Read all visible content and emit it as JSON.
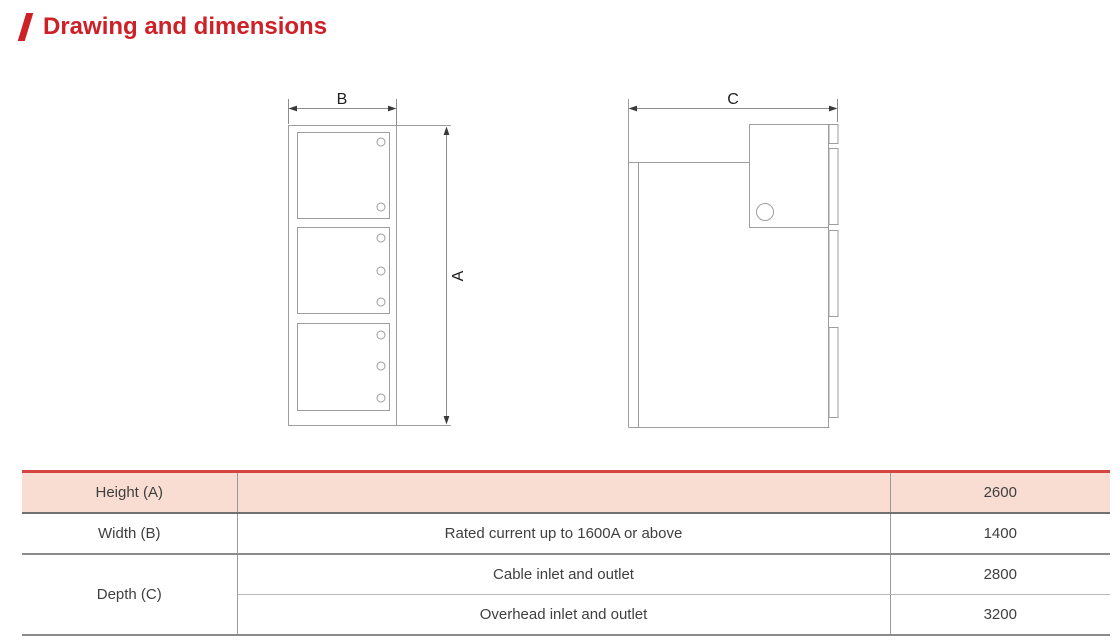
{
  "header": {
    "title": "Drawing and dimensions"
  },
  "colors": {
    "accent_red": "#cd2027",
    "table_top_border_red": "#d4453f",
    "table_header_bg": "#f9dcd2",
    "drawing_line_gray": "#9d9d9d",
    "text_gray": "#3f3f3f"
  },
  "drawing": {
    "front_view": {
      "width_label": "B",
      "height_label": "A"
    },
    "side_view": {
      "depth_label": "C"
    }
  },
  "table": {
    "rows": [
      {
        "param": "Height (A)",
        "condition": "",
        "value": "2600"
      },
      {
        "param": "Width (B)",
        "condition": "Rated current up to 1600A or above",
        "value": "1400"
      },
      {
        "param": "Depth (C)",
        "condition": "Cable inlet and outlet",
        "value": "2800"
      },
      {
        "param": "",
        "condition": "Overhead inlet and outlet",
        "value": "3200"
      }
    ]
  }
}
